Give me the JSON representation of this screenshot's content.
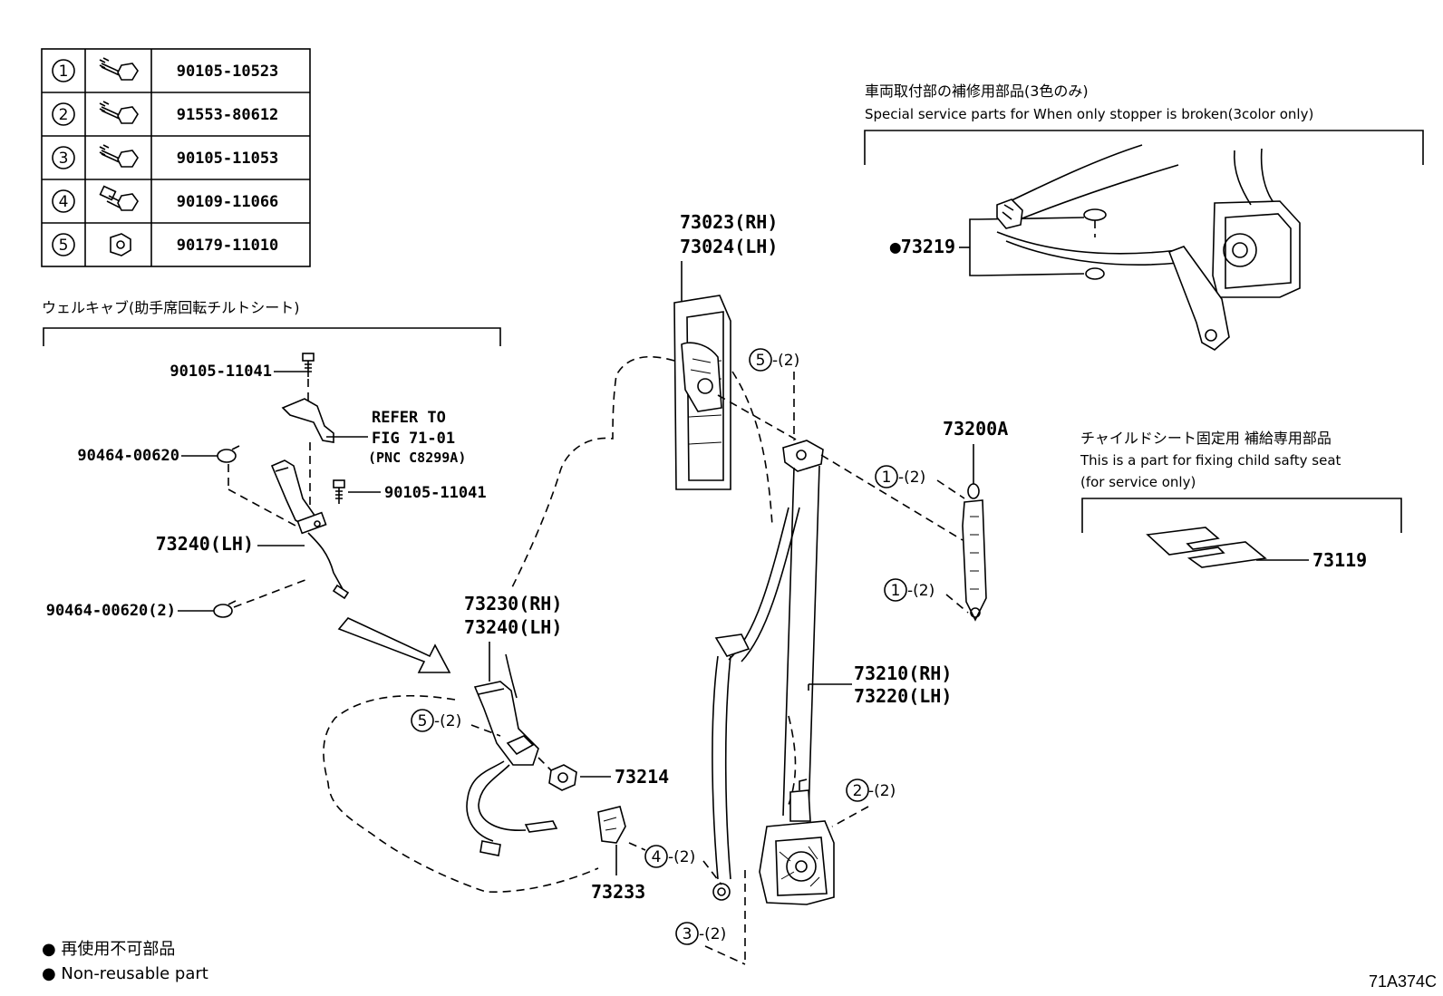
{
  "fastener_table": [
    {
      "num": "1",
      "part": "90105-10523"
    },
    {
      "num": "2",
      "part": "91553-80612"
    },
    {
      "num": "3",
      "part": "90105-11053"
    },
    {
      "num": "4",
      "part": "90109-11066"
    },
    {
      "num": "5",
      "part": "90179-11010"
    }
  ],
  "welcab": {
    "title": "ウェルキャブ(助手席回転チルトシート)",
    "bolt_top": "90105-11041",
    "refer_line1": "REFER TO",
    "refer_line2": "FIG 71-01",
    "refer_line3": "(PNC C8299A)",
    "clamp_top": "90464-00620",
    "bolt_mid": "90105-11041",
    "buckle": "73240(LH)",
    "clamp_bottom": "90464-00620(2)"
  },
  "service_parts": {
    "title_jp": "車両取付部の補修用部品(3色のみ)",
    "title_en": "Special service parts for When only stopper is broken(3color only)",
    "part": "●73219"
  },
  "child_seat": {
    "title_jp": "チャイルドシート固定用 補給専用部品",
    "title_en_1": "This is a part for fixing child safty seat",
    "title_en_2": "(for service only)",
    "part": "73119"
  },
  "main": {
    "pillar_rh": "73023(RH)",
    "pillar_lh": "73024(LH)",
    "adjuster": "73200A",
    "buckle_rh": "73230(RH)",
    "buckle_lh": "73240(LH)",
    "belt_rh": "73210(RH)",
    "belt_lh": "73220(LH)",
    "nut": "73214",
    "cover": "73233",
    "ref_5a_num": "5",
    "ref_5a_qty": "-(2)",
    "ref_1a_num": "1",
    "ref_1a_qty": "-(2)",
    "ref_1b_num": "1",
    "ref_1b_qty": "-(2)",
    "ref_5b_num": "5",
    "ref_5b_qty": "-(2)",
    "ref_2_num": "2",
    "ref_2_qty": "-(2)",
    "ref_4_num": "4",
    "ref_4_qty": "-(2)",
    "ref_3_num": "3",
    "ref_3_qty": "-(2)"
  },
  "legend": {
    "jp": "● 再使用不可部品",
    "en": "● Non-reusable part"
  },
  "figure_code": "71A374C"
}
